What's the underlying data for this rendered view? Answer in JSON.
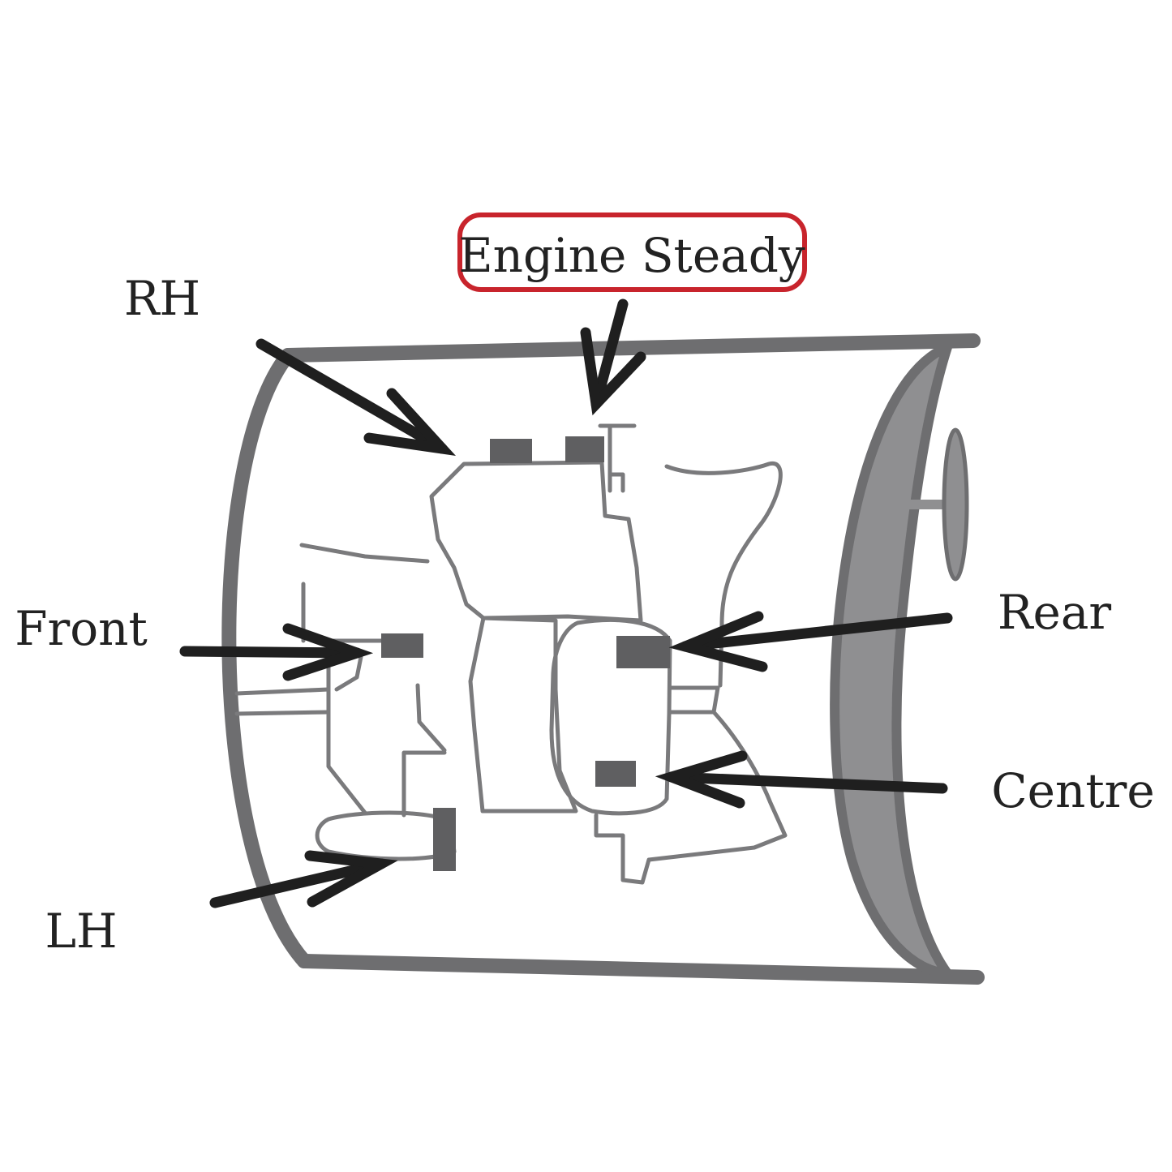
{
  "labels": {
    "engine_steady": "Engine Steady",
    "rh": "RH",
    "front": "Front",
    "rear": "Rear",
    "centre": "Centre",
    "lh": "LH"
  },
  "colors": {
    "body_stroke": "#6e6e70",
    "engine_stroke": "#7a7a7c",
    "mount_fill": "#5f5f61",
    "firewall_fill": "#8f8f91",
    "arrow": "#1f1f1f",
    "highlight_box": "#c8242c"
  }
}
